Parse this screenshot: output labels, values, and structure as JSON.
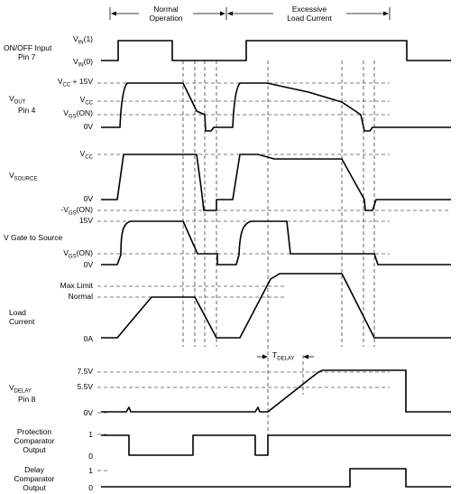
{
  "diagram": {
    "phases": {
      "normal_line1": "Normal",
      "normal_line2": "Operation",
      "excessive_line1": "Excessive",
      "excessive_line2": "Load Current"
    },
    "tdelay": {
      "main": "T",
      "sub": "DELAY"
    },
    "rows": {
      "onoff": {
        "name_lines": [
          "ON/OFF Input",
          "Pin 7"
        ],
        "levels": [
          {
            "main": "V",
            "sub": "IN",
            "suffix": "(1)"
          },
          {
            "main": "V",
            "sub": "IN",
            "suffix": "(0)"
          }
        ]
      },
      "vout": {
        "name_lines": [
          "Pin 4"
        ],
        "name": {
          "main": "V",
          "sub": "OUT"
        },
        "levels": [
          {
            "main": "V",
            "sub": "CC",
            "suffix": " + 15V"
          },
          {
            "main": "V",
            "sub": "CC",
            "suffix": ""
          },
          {
            "main": "V",
            "sub": "GS",
            "suffix": "(ON)"
          },
          {
            "main": "0V",
            "sub": "",
            "suffix": ""
          }
        ]
      },
      "vsource": {
        "name": {
          "main": "V",
          "sub": "SOURCE"
        },
        "levels": [
          {
            "main": "V",
            "sub": "CC",
            "suffix": ""
          },
          {
            "main": "0V",
            "sub": "",
            "suffix": ""
          },
          {
            "main": "-V",
            "sub": "GS",
            "suffix": "(ON)"
          }
        ]
      },
      "vgate": {
        "name_lines": [
          "V Gate to Source"
        ],
        "levels": [
          {
            "main": "15V",
            "sub": "",
            "suffix": ""
          },
          {
            "main": "V",
            "sub": "GS",
            "suffix": "(ON)"
          },
          {
            "main": "0V",
            "sub": "",
            "suffix": ""
          }
        ]
      },
      "load": {
        "name_lines": [
          "Load",
          "Current"
        ],
        "levels": [
          {
            "main": "Max Limit",
            "sub": "",
            "suffix": ""
          },
          {
            "main": "Normal",
            "sub": "",
            "suffix": ""
          },
          {
            "main": "0A",
            "sub": "",
            "suffix": ""
          }
        ]
      },
      "vdelay": {
        "name_lines": [
          "Pin 8"
        ],
        "name": {
          "main": "V",
          "sub": "DELAY"
        },
        "levels": [
          {
            "main": "7.5V",
            "sub": "",
            "suffix": ""
          },
          {
            "main": "5.5V",
            "sub": "",
            "suffix": ""
          },
          {
            "main": "0V",
            "sub": "",
            "suffix": ""
          }
        ]
      },
      "protection": {
        "name_lines": [
          "Protection",
          "Comparator",
          "Output"
        ],
        "levels": [
          {
            "main": "1",
            "sub": "",
            "suffix": ""
          },
          {
            "main": "0",
            "sub": "",
            "suffix": ""
          }
        ]
      },
      "delaycomp": {
        "name_lines": [
          "Delay",
          "Comparator",
          "Output"
        ],
        "levels": [
          {
            "main": "1",
            "sub": "",
            "suffix": ""
          },
          {
            "main": "0",
            "sub": "",
            "suffix": ""
          }
        ]
      }
    }
  }
}
